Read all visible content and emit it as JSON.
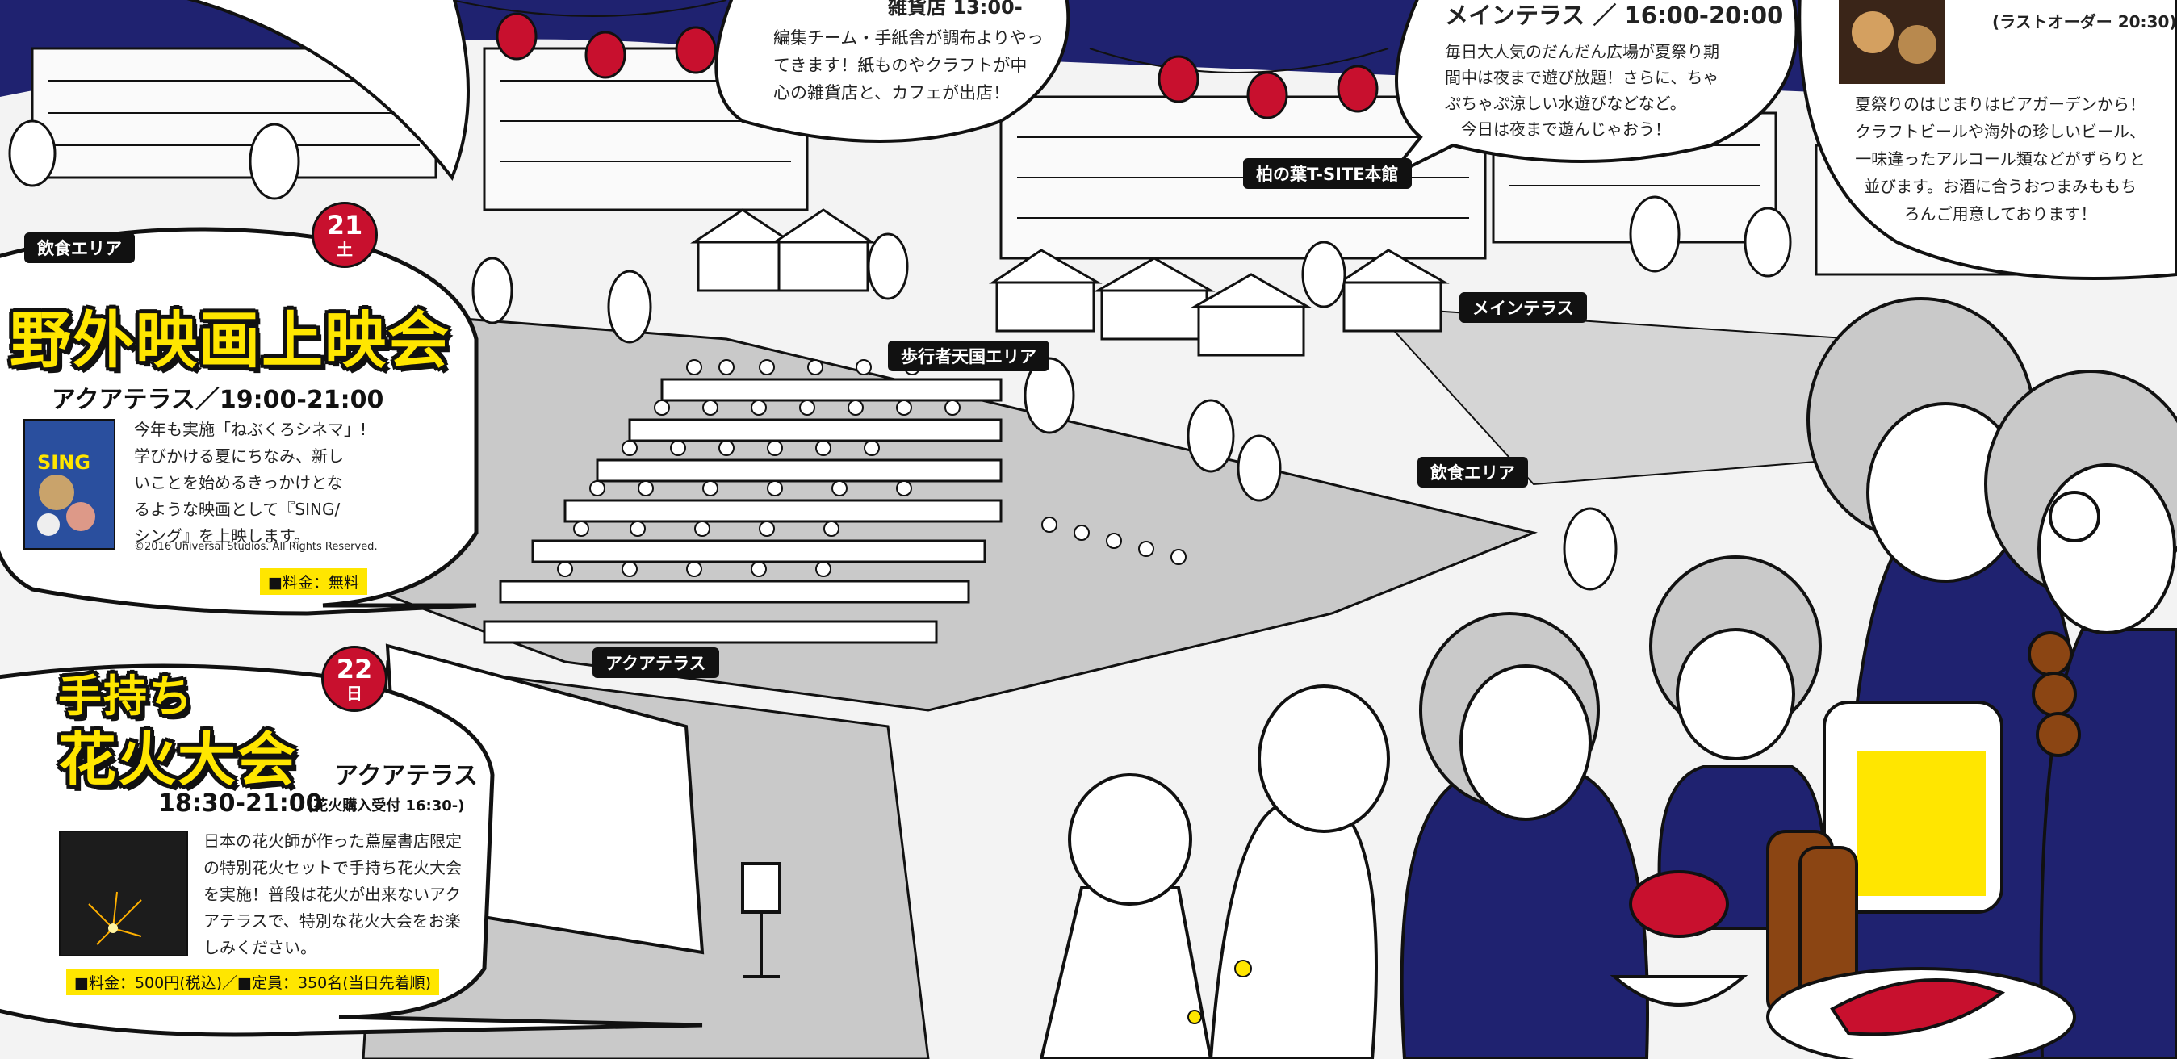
{
  "event_21": {
    "day": "21",
    "weekday": "土",
    "title": "野外映画上映会",
    "venue_time": "アクアテラス／19:00-21:00",
    "description_lines": [
      "今年も実施「ねぶくろシネマ」!",
      "学びかける夏にちなみ、新し",
      "いことを始めるきっかけとな",
      "るような映画として『SING/",
      "シング』を上映します。"
    ],
    "copyright": "©2016 Universal Studios. All Rights Reserved.",
    "price": "■料金：無料",
    "poster_text": "SING"
  },
  "event_22": {
    "day": "22",
    "weekday": "日",
    "title_line1": "手持ち",
    "title_line2": "花火大会",
    "venue": "アクアテラス",
    "time": "18:30-21:00",
    "time_note": "(花火購入受付 16:30-)",
    "description_lines": [
      "日本の花火師が作った蔦屋書店限定",
      "の特別花火セットで手持ち花火大会",
      "を実施！普段は花火が出来ないアク",
      "アテラスで、特別な花火大会をお楽",
      "しみください。"
    ],
    "price": "■料金：500円(税込)／■定員：350名(当日先着順)"
  },
  "zakka": {
    "heading": "雑貨店 13:00-",
    "lines": [
      "編集チーム・手紙舎が調布よりやっ",
      "てきます！紙ものやクラフトが中",
      "心の雑貨店と、カフェが出店！"
    ]
  },
  "main_terrace": {
    "heading": "メインテラス ／ 16:00-20:00",
    "lines": [
      "毎日大人気のだんだん広場が夏祭り期",
      "間中は夜まで遊び放題！さらに、ちゃ",
      "ぷちゃぷ涼しい水遊びなどなど。",
      "今日は夜まで遊んじゃおう！"
    ]
  },
  "beer_garden": {
    "last_order": "(ラストオーダー 20:30)",
    "lines": [
      "夏祭りのはじまりはビアガーデンから！",
      "クラフトビールや海外の珍しいビール、",
      "一味違ったアルコール類などがずらりと",
      "並びます。お酒に合うおつまみももち",
      "ろんご用意しております！"
    ]
  },
  "map_labels": {
    "food_area_1": "飲食エリア",
    "food_area_2": "飲食エリア",
    "tsite": "柏の葉T-SITE本館",
    "pedestrian": "歩行者天国エリア",
    "main_terrace": "メインテラス",
    "aqua_terrace": "アクアテラス"
  },
  "colors": {
    "navy": "#1f2270",
    "yellow": "#ffe600",
    "red": "#c8102e",
    "gray": "#bdbdbd"
  }
}
